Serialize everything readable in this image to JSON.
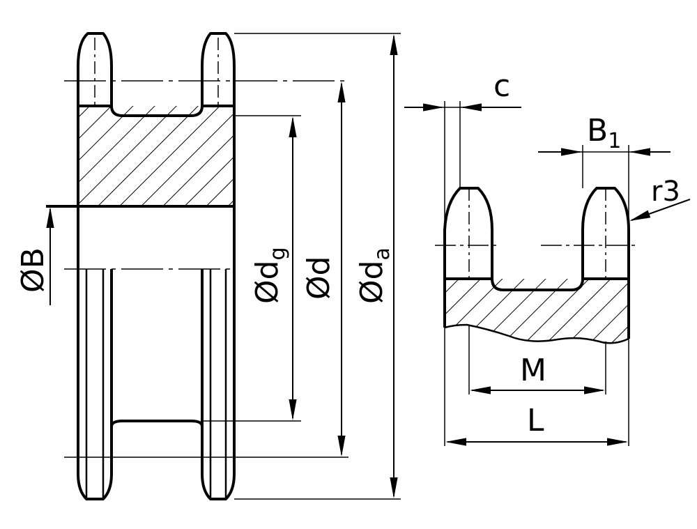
{
  "drawing": {
    "stroke_color": "#000000",
    "background": "#ffffff"
  },
  "left_view": {
    "dimensions": {
      "bore": "ØB",
      "hub_diameter": {
        "prefix": "Ød",
        "sub": "g"
      },
      "pitch_diameter": "Ød",
      "outside_diameter": {
        "prefix": "Ød",
        "sub": "a"
      }
    }
  },
  "right_view": {
    "dimensions": {
      "c": "c",
      "tooth_width": {
        "prefix": "B",
        "sub": "1"
      },
      "radius": "r3",
      "m": "M",
      "l": "L"
    }
  }
}
